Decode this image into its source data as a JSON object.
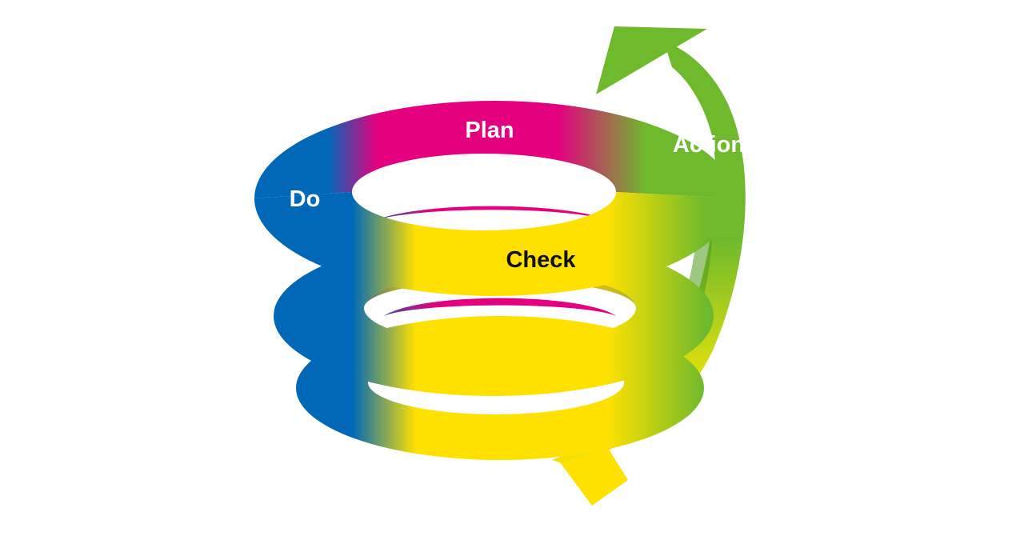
{
  "diagram": {
    "stages": [
      {
        "key": "plan",
        "label": "Plan",
        "color": "#e4007f",
        "label_color": "#ffffff"
      },
      {
        "key": "do",
        "label": "Do",
        "color": "#0068b7",
        "label_color": "#ffffff"
      },
      {
        "key": "check",
        "label": "Check",
        "color": "#ffe100",
        "label_color": "#111111"
      },
      {
        "key": "action",
        "label": "Action",
        "color": "#6fba2c",
        "label_color": "#ffffff"
      }
    ],
    "shading": {
      "check_dark": "#c9b400",
      "action_dark": "#4f9a1c"
    }
  }
}
